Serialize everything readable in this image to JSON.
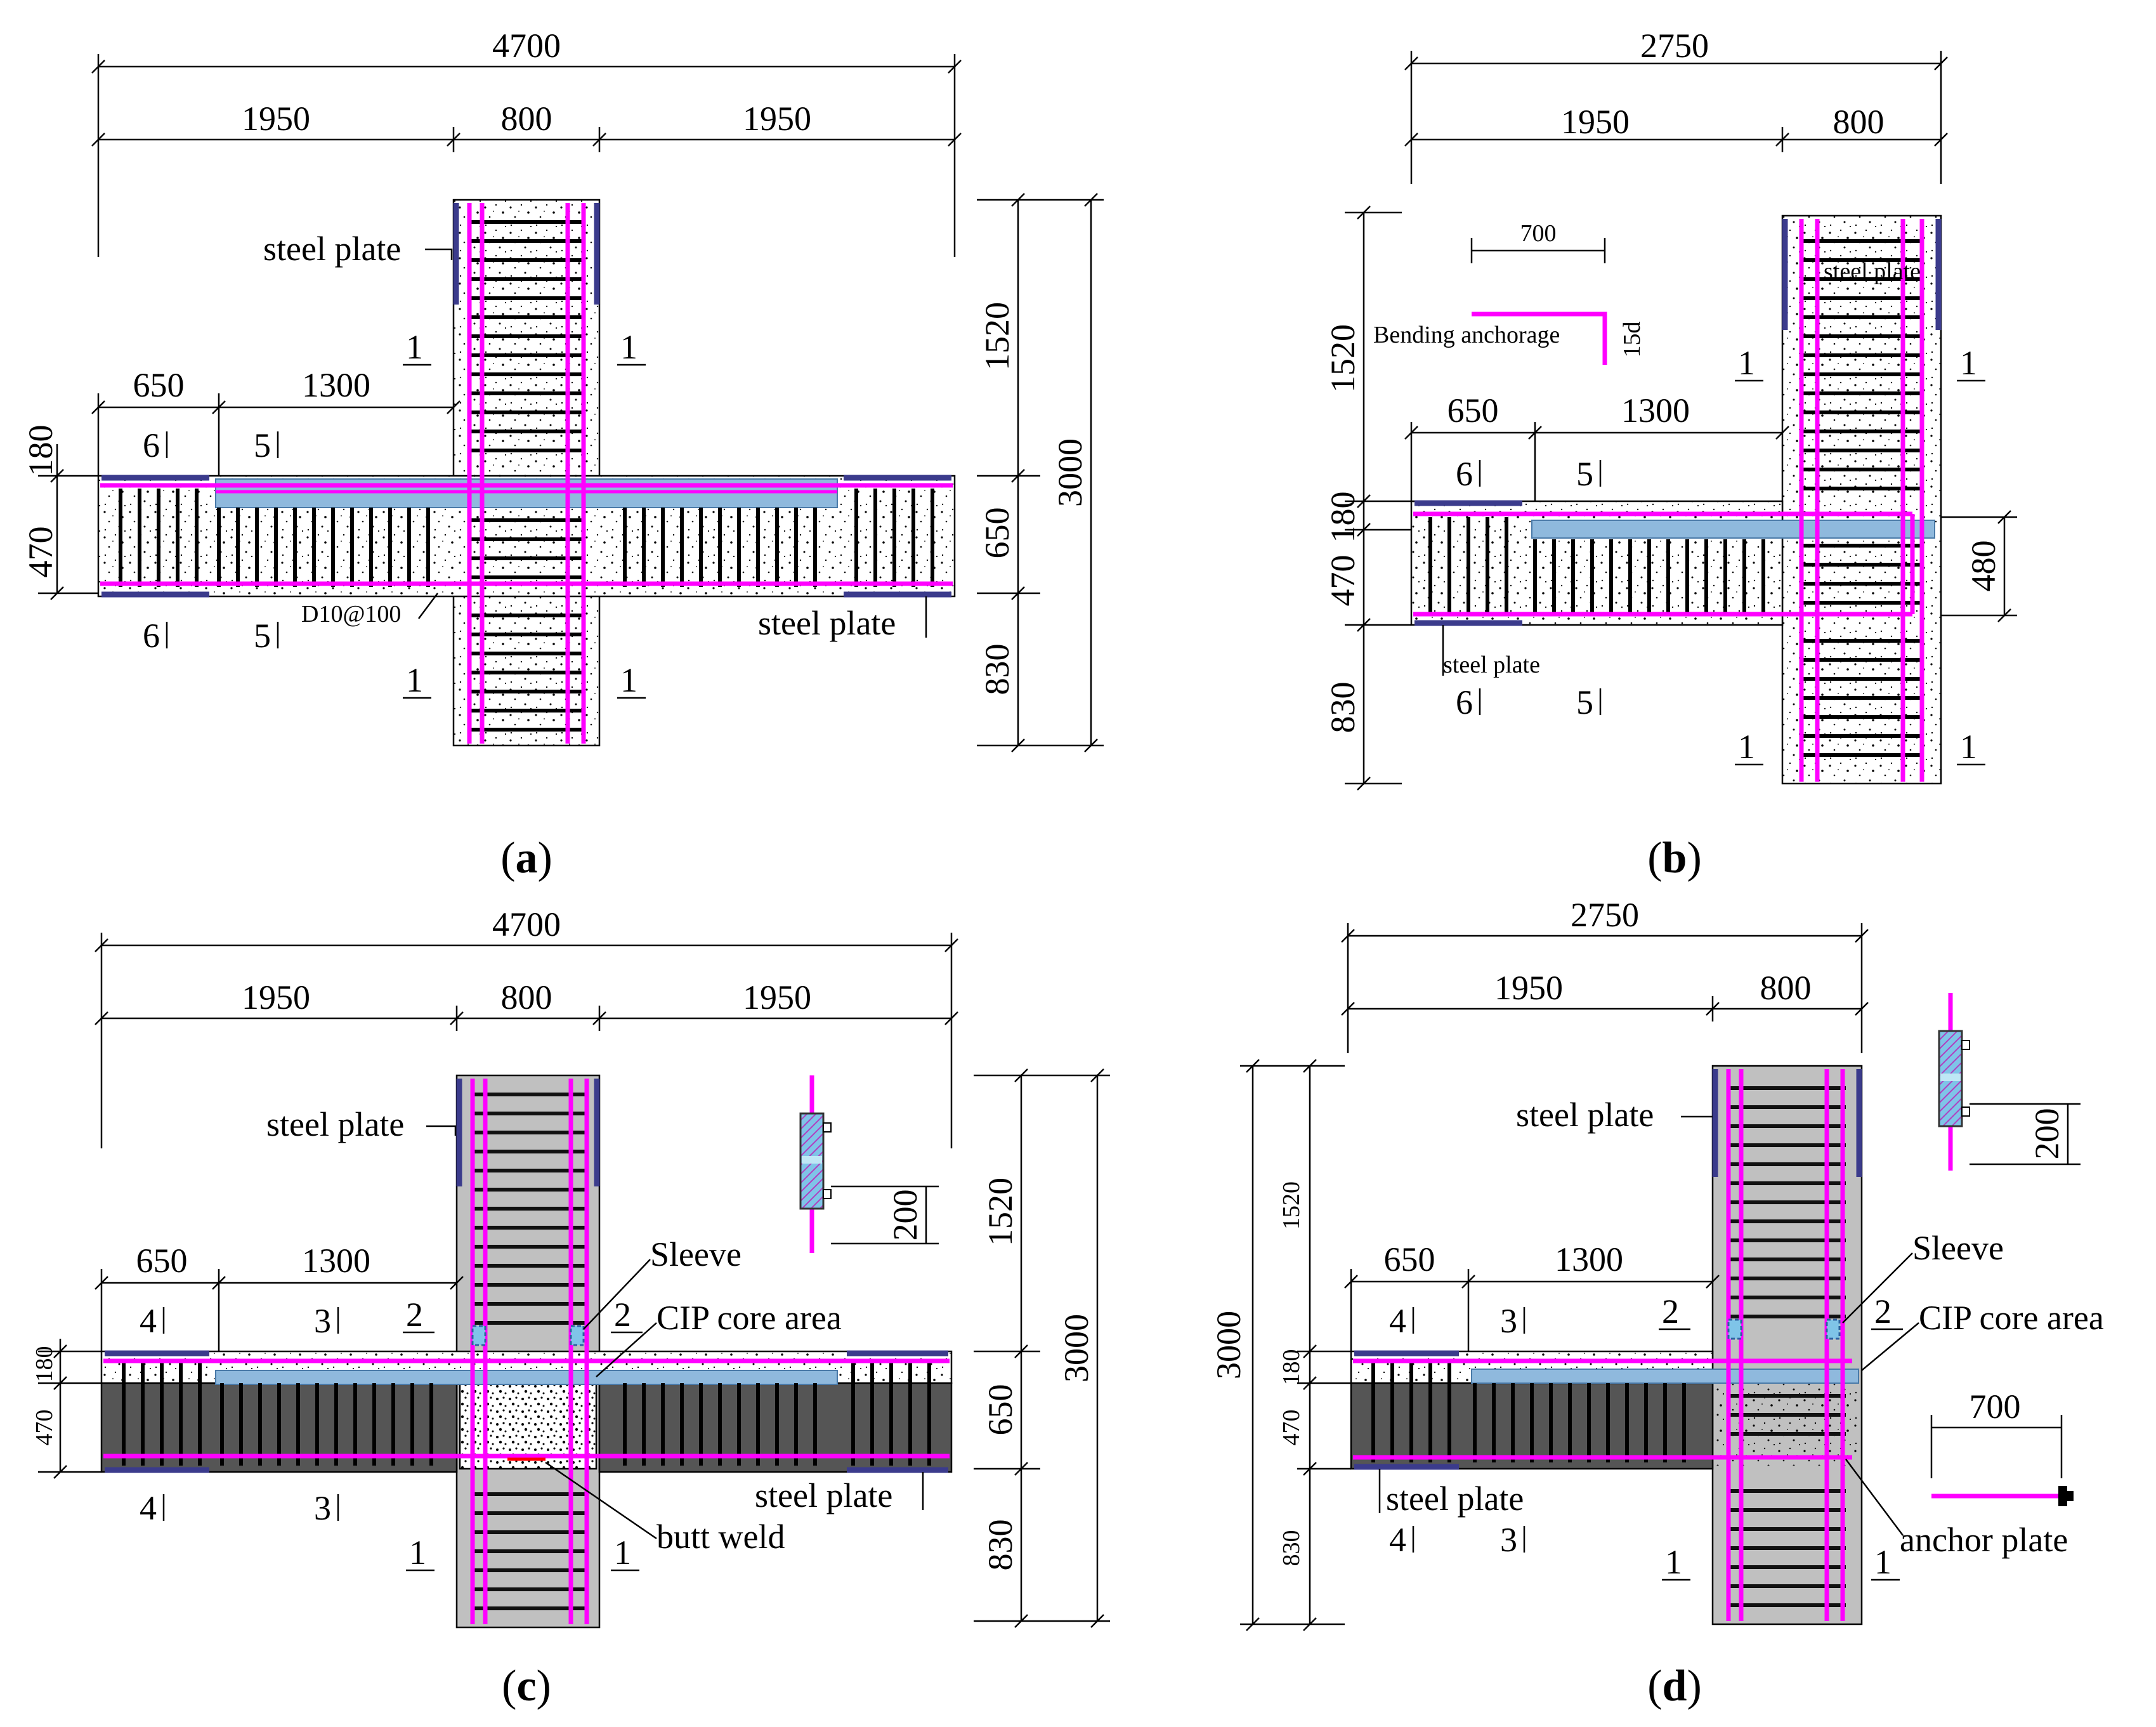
{
  "panels": [
    {
      "id": "a",
      "caption": "(a)",
      "dims_top": {
        "total": "4700",
        "left": "1950",
        "mid": "800",
        "right": "1950"
      },
      "dims_beam": {
        "a": "650",
        "b": "1300"
      },
      "dims_left": {
        "top": "180",
        "bot": "470"
      },
      "dims_right": {
        "top": "1520",
        "mid": "650",
        "bot": "830",
        "total": "3000"
      },
      "labels": {
        "steel_plate_top": "steel plate",
        "steel_plate_bot": "steel plate",
        "rebar": "D10@100"
      },
      "sections": {
        "s1": "1",
        "s5": "5",
        "s6": "6"
      }
    },
    {
      "id": "b",
      "caption": "(b)",
      "dims_top": {
        "total": "2750",
        "left": "1950",
        "mid": "800"
      },
      "dims_beam": {
        "a": "650",
        "b": "1300"
      },
      "dims_left": {
        "top": "1520",
        "b180": "180",
        "b470": "470",
        "bot": "830"
      },
      "dims_right": {
        "d480": "480"
      },
      "anchorage": {
        "len": "700",
        "label": "Bending anchorage",
        "hook": "15d"
      },
      "labels": {
        "steel_plate_top": "steel plate",
        "steel_plate_bot": "steel plate"
      },
      "sections": {
        "s1": "1",
        "s5": "5",
        "s6": "6"
      }
    },
    {
      "id": "c",
      "caption": "(c)",
      "dims_top": {
        "total": "4700",
        "left": "1950",
        "mid": "800",
        "right": "1950"
      },
      "dims_beam": {
        "a": "650",
        "b": "1300"
      },
      "dims_left": {
        "top": "180",
        "bot": "470"
      },
      "dims_right": {
        "top": "1520",
        "mid": "650",
        "bot": "830",
        "total": "3000"
      },
      "sleeve_dim": "200",
      "labels": {
        "steel_plate_top": "steel plate",
        "steel_plate_bot": "steel plate",
        "sleeve": "Sleeve",
        "cip": "CIP core area",
        "weld": "butt weld"
      },
      "sections": {
        "s1": "1",
        "s2": "2",
        "s3": "3",
        "s4": "4"
      }
    },
    {
      "id": "d",
      "caption": "(d)",
      "dims_top": {
        "total": "2750",
        "left": "1950",
        "mid": "800"
      },
      "dims_beam": {
        "a": "650",
        "b": "1300"
      },
      "dims_left": {
        "total": "3000",
        "top": "1520",
        "b180": "180",
        "b470": "470",
        "bot": "830"
      },
      "sleeve_dim": "200",
      "anchor": {
        "len": "700",
        "label": "anchor plate"
      },
      "labels": {
        "steel_plate_top": "steel plate",
        "steel_plate_bot": "steel plate",
        "sleeve": "Sleeve",
        "cip": "CIP core area"
      },
      "sections": {
        "s1": "1",
        "s2": "2",
        "s3": "3",
        "s4": "4"
      }
    }
  ]
}
